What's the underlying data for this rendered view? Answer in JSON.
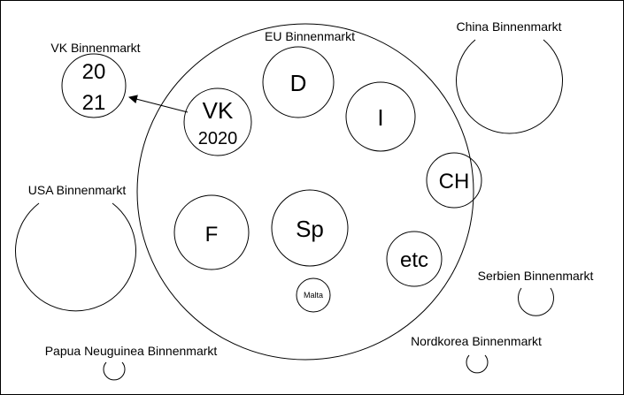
{
  "colors": {
    "background": "#ffffff",
    "stroke": "#000000",
    "text": "#000000"
  },
  "labels": {
    "eu_market": "EU Binnenmarkt",
    "uk_market": "VK Binnenmarkt",
    "china_market": "China Binnenmarkt",
    "usa_market": "USA Binnenmarkt",
    "serbia_market": "Serbien Binnenmarkt",
    "png_market": "Papua Neuguinea Binnenmarkt",
    "nk_market": "Nordkorea Binnenmarkt"
  },
  "uk_circle": {
    "line1": "20",
    "line2": "21"
  },
  "eu_members": {
    "germany": "D",
    "uk": "VK",
    "uk_year": "2020",
    "italy": "I",
    "switzerland": "CH",
    "france": "F",
    "spain": "Sp",
    "etc": "etc",
    "malta": "Malta"
  }
}
